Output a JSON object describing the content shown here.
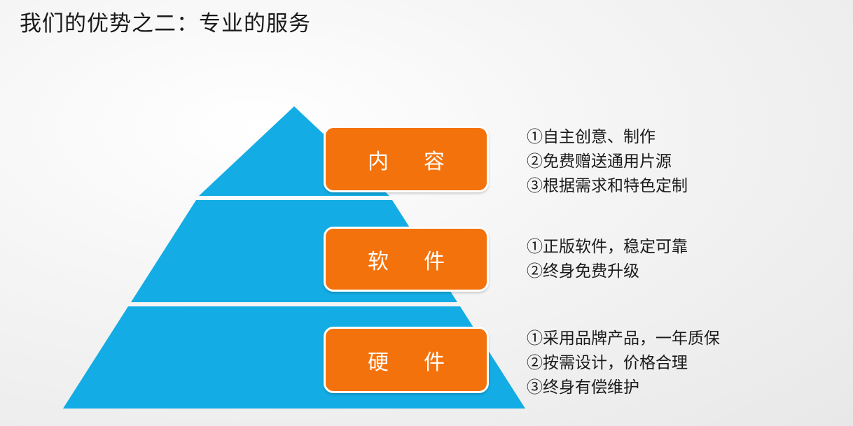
{
  "slide": {
    "title": "我们的优势之二：专业的服务",
    "background_color": "#f0f0f0"
  },
  "diagram": {
    "type": "pyramid",
    "pyramid_color": "#13ACE4",
    "band_label_color": "#F4720B",
    "band_label_text_color": "#FFFFFF",
    "levels": [
      {
        "label": "内　容",
        "lines": [
          "①自主创意、制作",
          "②免费赠送通用片源",
          "③根据需求和特色定制"
        ]
      },
      {
        "label": "软　件",
        "lines": [
          "①正版软件，稳定可靠",
          "②终身免费升级"
        ]
      },
      {
        "label": "硬　件",
        "lines": [
          "①采用品牌产品，一年质保",
          "②按需设计，价格合理",
          "③终身有偿维护"
        ]
      }
    ]
  }
}
